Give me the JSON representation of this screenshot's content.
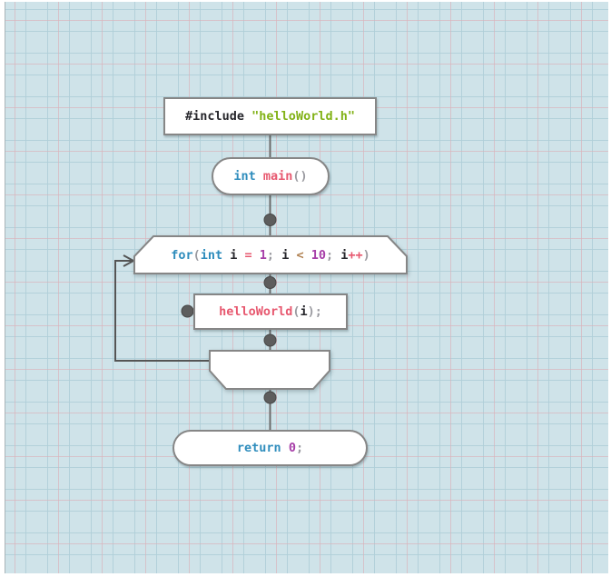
{
  "colors": {
    "canvas-bg": "#cfe3e9",
    "shape-border": "#868686",
    "wire": "#6b6b6b",
    "dot": "#5d5d5d",
    "tok-plain": "#26262b",
    "tok-keyword": "#2f8dbd",
    "tok-function": "#e7586f",
    "tok-string": "#82b217",
    "tok-number": "#a73ea8",
    "tok-operator": "#e7586f",
    "tok-compare": "#b08050",
    "tok-punct": "#9a9aa0"
  },
  "nodes": {
    "include": {
      "shape": "rectangle",
      "code": "#include \"helloWorld.h\"",
      "tokens": [
        {
          "text": "#include ",
          "type": "plain"
        },
        {
          "text": "\"helloWorld.h\"",
          "type": "string"
        }
      ]
    },
    "main": {
      "shape": "stadium",
      "code": "int main()",
      "tokens": [
        {
          "text": "int ",
          "type": "keyword"
        },
        {
          "text": "main",
          "type": "function"
        },
        {
          "text": "()",
          "type": "punctuation"
        }
      ]
    },
    "for_loop": {
      "shape": "loop-start",
      "code": "for(int i = 1; i < 10; i++)",
      "tokens": [
        {
          "text": "for",
          "type": "keyword"
        },
        {
          "text": "(",
          "type": "punctuation"
        },
        {
          "text": "int",
          "type": "keyword"
        },
        {
          "text": " i ",
          "type": "plain"
        },
        {
          "text": "=",
          "type": "operator"
        },
        {
          "text": " ",
          "type": "plain"
        },
        {
          "text": "1",
          "type": "number"
        },
        {
          "text": ";",
          "type": "punctuation"
        },
        {
          "text": " i ",
          "type": "plain"
        },
        {
          "text": "<",
          "type": "comparison"
        },
        {
          "text": " ",
          "type": "plain"
        },
        {
          "text": "10",
          "type": "number"
        },
        {
          "text": ";",
          "type": "punctuation"
        },
        {
          "text": " i",
          "type": "plain"
        },
        {
          "text": "++",
          "type": "operator"
        },
        {
          "text": ")",
          "type": "punctuation"
        }
      ]
    },
    "call": {
      "shape": "rectangle",
      "code": "helloWorld(i);",
      "tokens": [
        {
          "text": "helloWorld",
          "type": "function"
        },
        {
          "text": "(",
          "type": "punctuation"
        },
        {
          "text": "i",
          "type": "plain"
        },
        {
          "text": ");",
          "type": "punctuation"
        }
      ]
    },
    "loop_end": {
      "shape": "loop-end",
      "code": ""
    },
    "return": {
      "shape": "stadium",
      "code": "return 0;",
      "tokens": [
        {
          "text": "return ",
          "type": "keyword"
        },
        {
          "text": "0",
          "type": "number"
        },
        {
          "text": ";",
          "type": "punctuation"
        }
      ]
    }
  },
  "edges": [
    {
      "from": "include",
      "to": "main"
    },
    {
      "from": "main",
      "to": "for_loop",
      "junction_dot": true
    },
    {
      "from": "for_loop",
      "to": "call",
      "junction_dot": true
    },
    {
      "from": "call",
      "to": "loop_end",
      "junction_dot": true
    },
    {
      "from": "loop_end",
      "to": "for_loop",
      "kind": "loop-back-arrow"
    },
    {
      "from": "loop_end",
      "to": "return",
      "junction_dot": true
    }
  ]
}
